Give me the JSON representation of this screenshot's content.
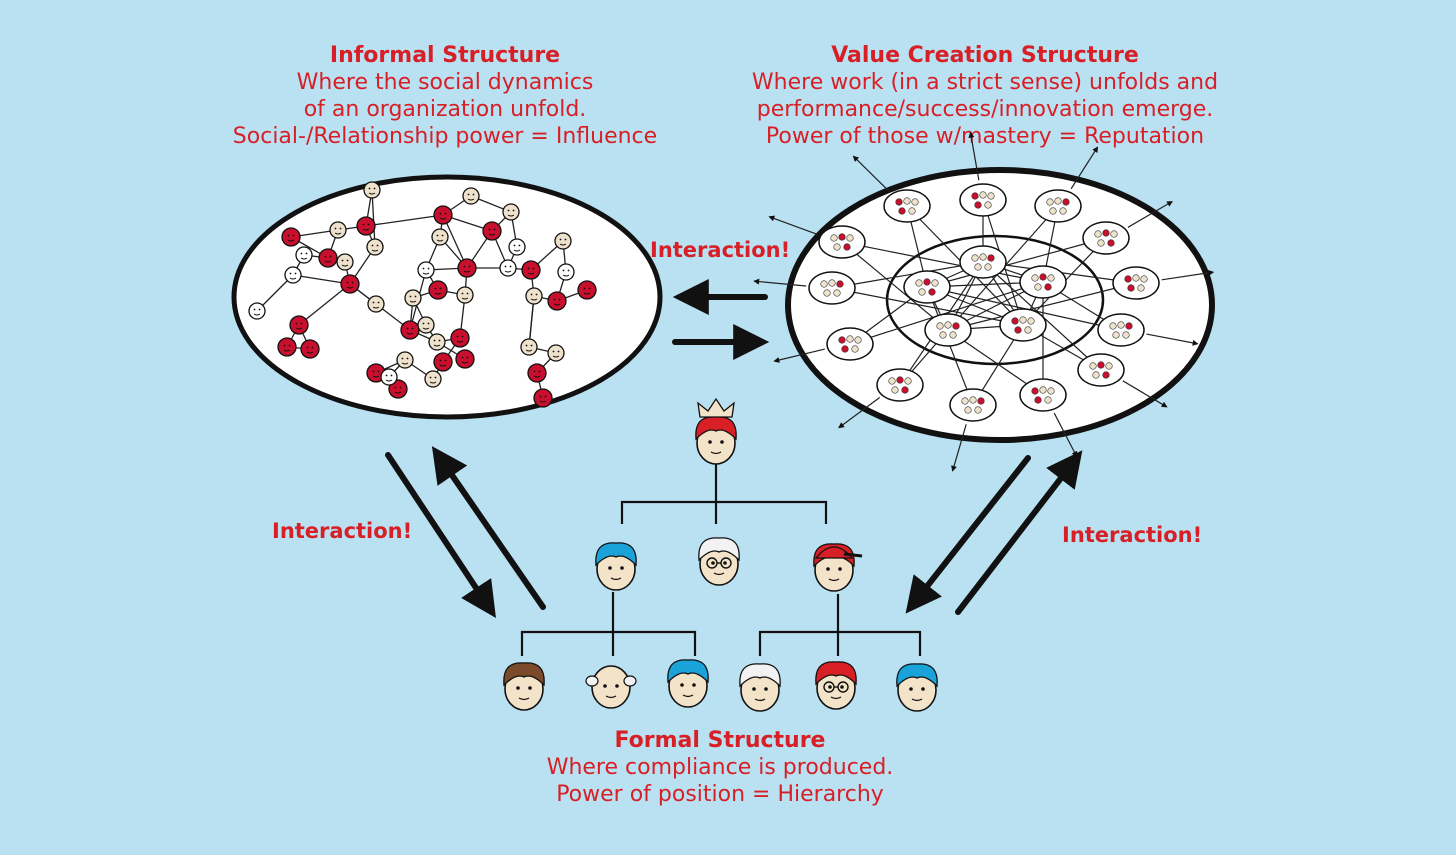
{
  "informal": {
    "title": "Informal Structure",
    "lines": [
      "Where the social dynamics",
      "of an organization unfold.",
      "Social-/Relationship power = Influence"
    ]
  },
  "value_creation": {
    "title": "Value Creation Structure",
    "lines": [
      "Where work (in a strict sense) unfolds and",
      "performance/success/innovation emerge.",
      "Power of those w/mastery = Reputation"
    ]
  },
  "formal": {
    "title": "Formal Structure",
    "lines": [
      "Where compliance is produced.",
      "Power of position = Hierarchy"
    ]
  },
  "interaction_labels": {
    "top": "Interaction!",
    "left": "Interaction!",
    "right": "Interaction!"
  },
  "colors": {
    "background": "#b9e1f2",
    "accent_red": "#d81f26",
    "node_red": "#c8102e",
    "node_beige": "#efe2cc",
    "line": "#111111"
  }
}
